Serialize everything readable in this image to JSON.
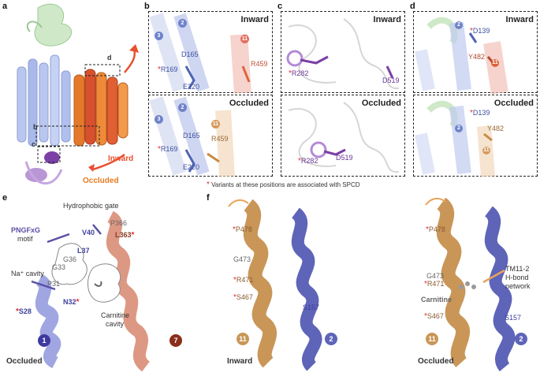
{
  "panels": {
    "a": {
      "label": "a",
      "callouts": {
        "b": "b",
        "c": "c",
        "d": "d"
      },
      "states": {
        "inward": "Inward",
        "occluded": "Occluded"
      },
      "colors": {
        "inward": "#e8502f",
        "occluded": "#e67a1e"
      }
    },
    "b": {
      "label": "b",
      "inward": {
        "title": "Inward",
        "residues": [
          "D165",
          "R169",
          "E220",
          "R459"
        ],
        "helices": [
          "3",
          "2",
          "11"
        ]
      },
      "occluded": {
        "title": "Occluded",
        "residues": [
          "D165",
          "R169",
          "E220",
          "R459"
        ],
        "helices": [
          "3",
          "2",
          "11"
        ]
      }
    },
    "c": {
      "label": "c",
      "inward": {
        "title": "Inward",
        "residues": [
          "R282",
          "D519"
        ]
      },
      "occluded": {
        "title": "Occluded",
        "residues": [
          "R282",
          "D519"
        ]
      }
    },
    "d": {
      "label": "d",
      "inward": {
        "title": "Inward",
        "residues": [
          "D139",
          "Y482"
        ],
        "helices": [
          "2",
          "11"
        ]
      },
      "occluded": {
        "title": "Occluded",
        "residues": [
          "D139",
          "Y482"
        ],
        "helices": [
          "2",
          "11"
        ]
      }
    },
    "note": "Variants at these positions are associated with SPCD",
    "e": {
      "label": "e",
      "hydrophobic_gate": "Hydrophobic gate",
      "motif_line1": "PNGFxG",
      "motif_line2": "motif",
      "na_cavity": "Na⁺ cavity",
      "carnitine_cavity_1": "Carnitine",
      "carnitine_cavity_2": "cavity",
      "residues": [
        "V40",
        "P366",
        "L363",
        "L37",
        "G36",
        "G33",
        "P31",
        "N32",
        "S28"
      ],
      "state": "Occluded",
      "helix_1": "1",
      "helix_7": "7"
    },
    "f": {
      "label": "f",
      "left": {
        "residues": [
          "P478",
          "G473",
          "R471",
          "S467",
          "S157"
        ],
        "state": "Inward",
        "helix_11": "11",
        "helix_2": "2"
      },
      "right": {
        "residues": [
          "P478",
          "G473",
          "R471",
          "S467",
          "S157"
        ],
        "carnitine": "Carnitine",
        "hbond_1": "TM11-2",
        "hbond_2": "H-bond",
        "hbond_3": "network",
        "state": "Occluded",
        "helix_11": "11",
        "helix_2": "2"
      }
    }
  },
  "colors": {
    "blue": "#7b86d0",
    "lightblue": "#a8b8e6",
    "orange": "#d59a5c",
    "salmon": "#e38a7a",
    "purple": "#8a4fb0",
    "green": "#b6dcb0",
    "red": "#e23030"
  }
}
